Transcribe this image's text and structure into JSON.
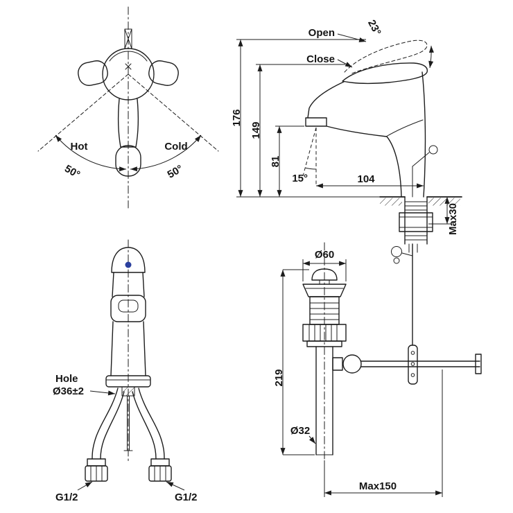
{
  "drawing": {
    "background": "#ffffff",
    "line_color": "#1c1c1c",
    "accent_dot_color": "#2a3f9e"
  },
  "top_view": {
    "hot": "Hot",
    "cold": "Cold",
    "angle_left": "50°",
    "angle_right": "50°"
  },
  "side_view": {
    "open": "Open",
    "close": "Close",
    "handle_angle": "23°",
    "total_height": "176",
    "body_height": "149",
    "spout_height": "81",
    "spout_reach": "104",
    "spray_angle": "15°",
    "deck_max": "Max30"
  },
  "front_view": {
    "hole_word": "Hole",
    "hole_dia": "Ø36±2",
    "inlet_left": "G1/2",
    "inlet_right": "G1/2"
  },
  "drain_view": {
    "flange_dia": "Ø60",
    "height": "219",
    "pipe_dia": "Ø32",
    "rod_max": "Max150"
  }
}
